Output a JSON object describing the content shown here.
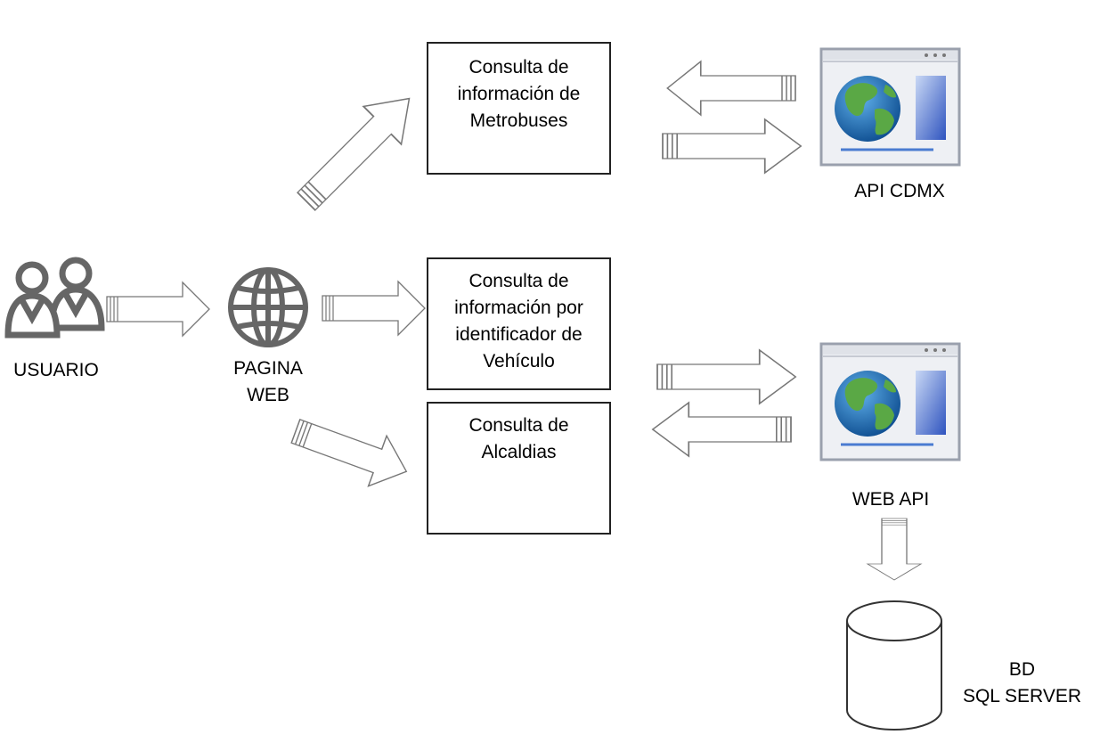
{
  "actors": {
    "user": "USUARIO",
    "web_page": "PAGINA\nWEB"
  },
  "boxes": {
    "metrobuses": "Consulta de\ninformación de\nMetrobuses",
    "vehiculo": "Consulta de\ninformación por\nidentificador de\nVehículo",
    "alcaldias": "Consulta de\nAlcaldias"
  },
  "services": {
    "api_cdmx": "API CDMX",
    "web_api": "WEB API"
  },
  "database": {
    "label": "BD\nSQL SERVER"
  },
  "icons": {
    "users": "users-icon",
    "globe": "globe-icon",
    "app_window": "app-window-icon",
    "database": "database-cylinder-icon"
  },
  "colors": {
    "stroke": "#555555",
    "icon_gray": "#666666",
    "window_frame": "#9aa0ad",
    "window_bg": "#eef0f4",
    "ocean": "#1d6fb8",
    "land": "#5aa845",
    "panel_blue": "#3b67c7"
  }
}
